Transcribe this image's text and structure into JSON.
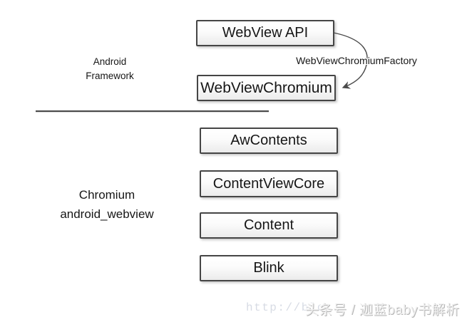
{
  "layers": {
    "android_framework": {
      "label_line1": "Android",
      "label_line2": "Framework"
    },
    "chromium": {
      "label_line1": "Chromium",
      "label_line2": "android_webview"
    }
  },
  "boxes": [
    {
      "label": "WebView API"
    },
    {
      "label": "WebViewChromium"
    },
    {
      "label": "AwContents"
    },
    {
      "label": "ContentViewCore"
    },
    {
      "label": "Content"
    },
    {
      "label": "Blink"
    }
  ],
  "connector": {
    "label": "WebViewChromiumFactory"
  },
  "watermark": {
    "url_fragment": "http://blo",
    "credit": "头条号 / 迦蓝baby书解析"
  },
  "colors": {
    "box_border": "#454545",
    "box_fill_top": "#ffffff",
    "box_fill_bottom": "#ebebeb",
    "text": "#161616",
    "line": "#4a4a4a",
    "watermark_url": "#d7dbe4",
    "watermark_credit": "#f0f0f0"
  }
}
